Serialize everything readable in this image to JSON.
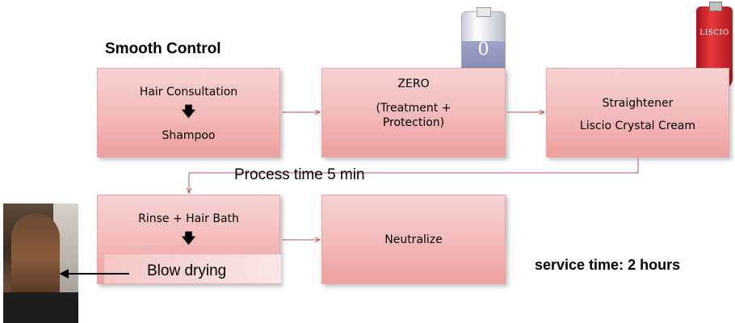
{
  "title": "Smooth Control",
  "steps": {
    "consultation": {
      "line1": "Hair Consultation",
      "line2": "Shampoo"
    },
    "zero": {
      "line1": "ZERO",
      "line2": "(Treatment +",
      "line3": "Protection)"
    },
    "straightener": {
      "line1": "Straightener",
      "line2": "Liscio Crystal Cream"
    },
    "rinse": {
      "line1": "Rinse + Hair Bath"
    },
    "neutralize": {
      "line1": "Neutralize"
    }
  },
  "process_time": "Process time 5 min",
  "blow_drying": "Blow drying",
  "service_time": "service time: 2 hours",
  "products": {
    "zero_mark": "0",
    "liscio_label": "LISCIO"
  },
  "colors": {
    "box_fill": "#f3b9b9",
    "connector": "#c0504d"
  }
}
